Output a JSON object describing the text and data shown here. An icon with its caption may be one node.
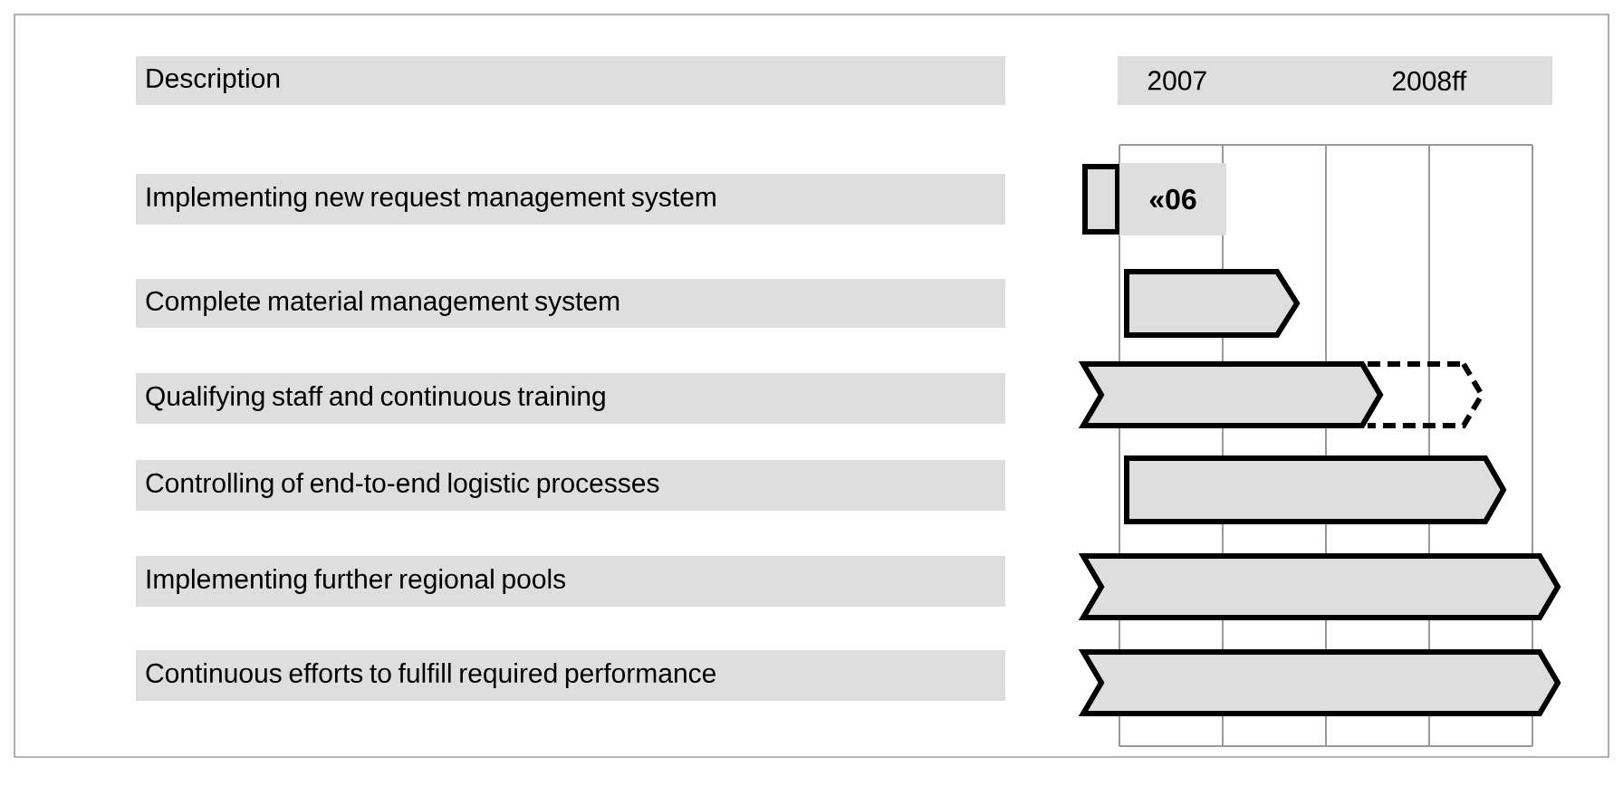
{
  "diagram": {
    "nodes": [
      {
        "text": [
          "Description"
        ]
      },
      {
        "text": [
          "2007",
          "2008ff"
        ]
      },
      {
        "text": [
          "Implementing new request management system"
        ]
      },
      {
        "text": [
          "Complete  material management system"
        ]
      },
      {
        "text": [
          "Qualifying staff and continuous training"
        ]
      },
      {
        "text": [
          "Controlling of  end-to-end logistic processes"
        ]
      },
      {
        "text": [
          "Implementing further  regional pools"
        ]
      },
      {
        "text": [
          "Continuous efforts  to fulfill required performance"
        ]
      },
      {
        "text": [],
        "shape": "box"
      },
      {
        "text": [
          "«06"
        ]
      },
      {
        "text": [],
        "shape": "arrow"
      },
      {
        "text": [],
        "shape": "chevron"
      },
      {
        "text": [],
        "shape": "chevron"
      },
      {
        "text": [],
        "shape": "arrow"
      },
      {
        "text": [],
        "shape": "chevron"
      },
      {
        "text": [],
        "shape": "chevron"
      }
    ]
  }
}
